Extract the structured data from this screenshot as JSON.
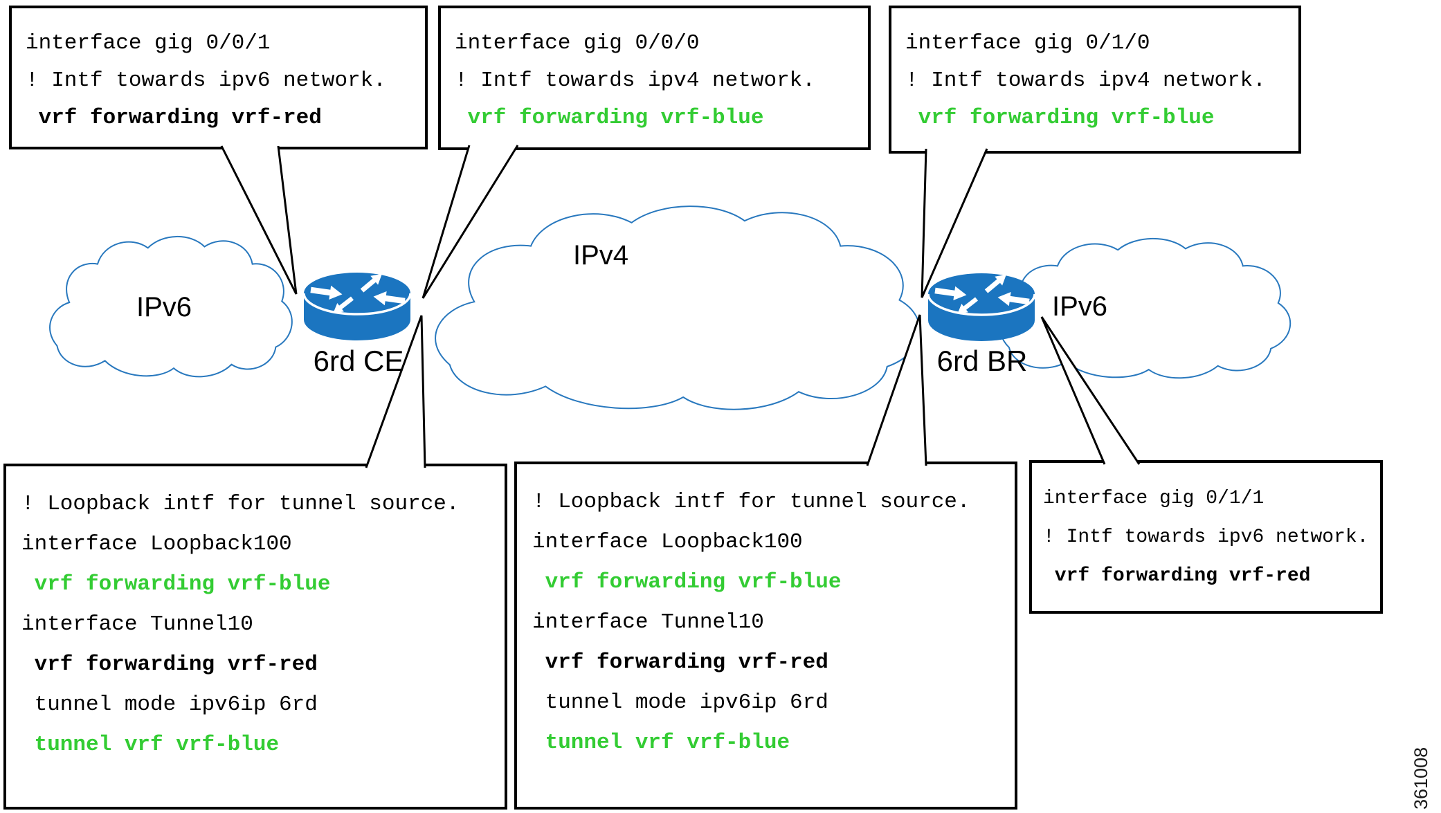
{
  "diagram": {
    "clouds": [
      {
        "label": "IPv6"
      },
      {
        "label": "IPv4"
      },
      {
        "label": "IPv6"
      }
    ],
    "routers": [
      {
        "label": "6rd CE"
      },
      {
        "label": "6rd BR"
      }
    ],
    "figure_number": "361008",
    "colors": {
      "router_blue": "#1B75C0",
      "cloud_outline": "#2878BE",
      "highlight_green": "#33CC33",
      "line_black": "#000000"
    }
  },
  "callouts": {
    "top_left": {
      "lines": [
        {
          "text": "interface gig 0/0/1",
          "style": "normal"
        },
        {
          "text": "! Intf towards ipv6 network.",
          "style": "normal"
        },
        {
          "text": " vrf forwarding vrf-red",
          "style": "bold"
        }
      ]
    },
    "top_middle": {
      "lines": [
        {
          "text": "interface gig 0/0/0",
          "style": "normal"
        },
        {
          "text": "! Intf towards ipv4 network.",
          "style": "normal"
        },
        {
          "text": " vrf forwarding vrf-blue",
          "style": "green-bold"
        }
      ]
    },
    "top_right": {
      "lines": [
        {
          "text": "interface gig 0/1/0",
          "style": "normal"
        },
        {
          "text": "! Intf towards ipv4 network.",
          "style": "normal"
        },
        {
          "text": " vrf forwarding vrf-blue",
          "style": "green-bold"
        }
      ]
    },
    "bottom_left": {
      "lines": [
        {
          "text": "! Loopback intf for tunnel source.",
          "style": "normal"
        },
        {
          "text": "interface Loopback100",
          "style": "normal"
        },
        {
          "text": " vrf forwarding vrf-blue",
          "style": "green-bold"
        },
        {
          "text": "",
          "style": "normal"
        },
        {
          "text": "interface Tunnel10",
          "style": "normal"
        },
        {
          "text": " vrf forwarding vrf-red",
          "style": "bold"
        },
        {
          "text": " tunnel mode ipv6ip 6rd",
          "style": "normal"
        },
        {
          "text": " tunnel vrf vrf-blue",
          "style": "green-bold"
        }
      ]
    },
    "bottom_middle": {
      "lines": [
        {
          "text": "! Loopback intf for tunnel source.",
          "style": "normal"
        },
        {
          "text": "interface Loopback100",
          "style": "normal"
        },
        {
          "text": " vrf forwarding vrf-blue",
          "style": "green-bold"
        },
        {
          "text": "",
          "style": "normal"
        },
        {
          "text": "interface Tunnel10",
          "style": "normal"
        },
        {
          "text": " vrf forwarding vrf-red",
          "style": "bold"
        },
        {
          "text": " tunnel mode ipv6ip 6rd",
          "style": "normal"
        },
        {
          "text": " tunnel vrf vrf-blue",
          "style": "green-bold"
        }
      ]
    },
    "bottom_right": {
      "lines": [
        {
          "text": "interface gig 0/1/1",
          "style": "normal"
        },
        {
          "text": "! Intf towards ipv6 network.",
          "style": "normal"
        },
        {
          "text": " vrf forwarding vrf-red",
          "style": "bold"
        }
      ]
    }
  }
}
